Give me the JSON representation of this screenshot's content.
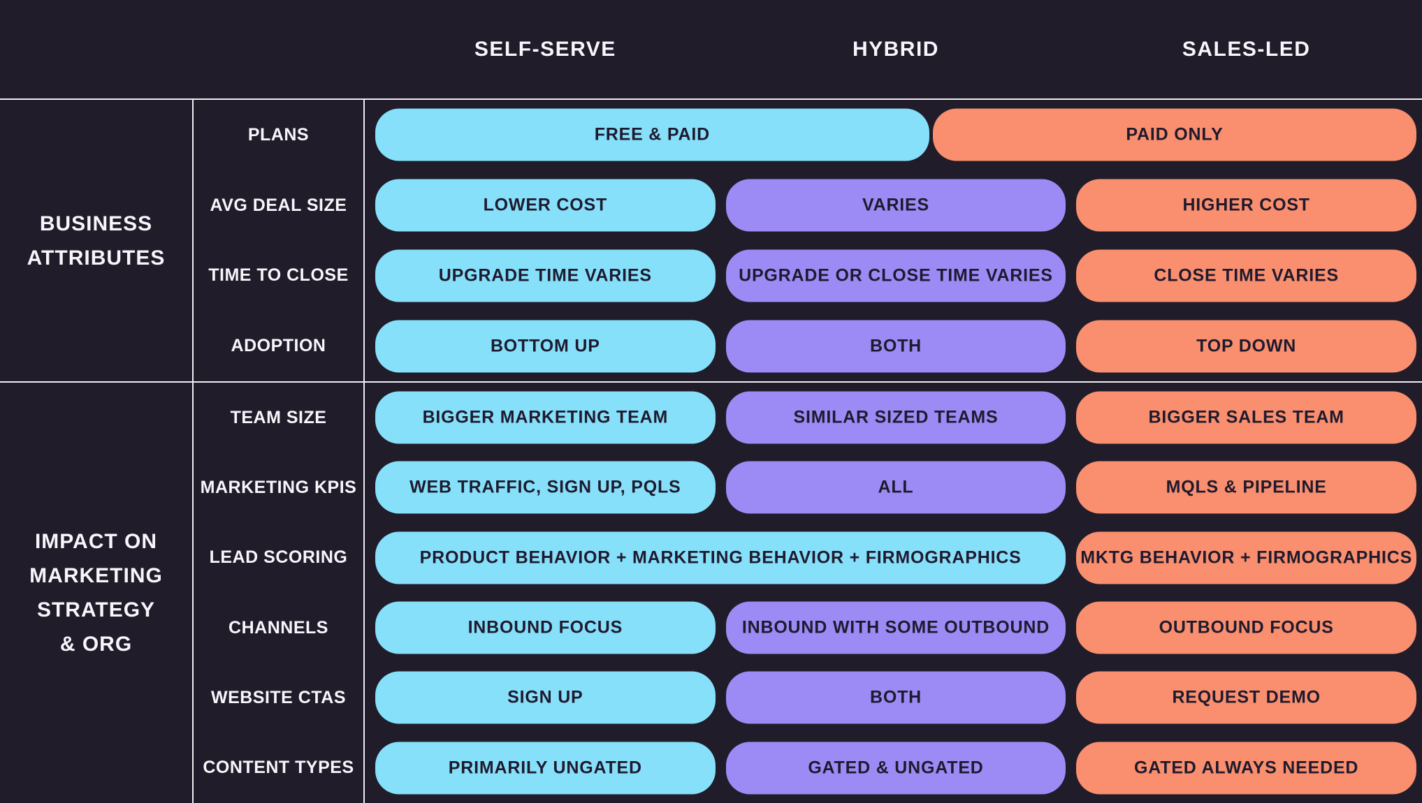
{
  "colors": {
    "background": "#201C2A",
    "divider": "#EFEDF3",
    "cyan": "#86E0FA",
    "purple": "#9C8BF5",
    "orange": "#F98F6E",
    "pill_text": "#1F1A2E",
    "label_text": "#F8F6FB"
  },
  "chart_data": {
    "type": "table",
    "title": "",
    "columns": [
      "SELF-SERVE",
      "HYBRID",
      "SALES-LED"
    ],
    "legend_colors": {
      "self_serve": "#86E0FA",
      "hybrid": "#9C8BF5",
      "sales_led": "#F98F6E"
    },
    "row_groups": [
      {
        "group_label_lines": [
          "BUSINESS",
          "ATTRIBUTES"
        ],
        "rows": [
          {
            "label": "PLANS",
            "cells": [
              {
                "text": "FREE & PAID",
                "color": "cyan",
                "span": "self-serve-plus-half-hybrid"
              },
              {
                "text": "PAID ONLY",
                "color": "orange",
                "span": "half-hybrid-plus-sales-led"
              }
            ]
          },
          {
            "label": "AVG DEAL SIZE",
            "cells": [
              {
                "text": "LOWER COST",
                "color": "cyan",
                "span": "self-serve"
              },
              {
                "text": "VARIES",
                "color": "purple",
                "span": "hybrid"
              },
              {
                "text": "HIGHER COST",
                "color": "orange",
                "span": "sales-led"
              }
            ]
          },
          {
            "label": "TIME TO CLOSE",
            "cells": [
              {
                "text": "UPGRADE TIME VARIES",
                "color": "cyan",
                "span": "self-serve"
              },
              {
                "text": "UPGRADE OR CLOSE TIME VARIES",
                "color": "purple",
                "span": "hybrid"
              },
              {
                "text": "CLOSE TIME VARIES",
                "color": "orange",
                "span": "sales-led"
              }
            ]
          },
          {
            "label": "ADOPTION",
            "cells": [
              {
                "text": "BOTTOM UP",
                "color": "cyan",
                "span": "self-serve"
              },
              {
                "text": "BOTH",
                "color": "purple",
                "span": "hybrid"
              },
              {
                "text": "TOP DOWN",
                "color": "orange",
                "span": "sales-led"
              }
            ]
          }
        ]
      },
      {
        "group_label_lines": [
          "IMPACT ON",
          "MARKETING",
          "STRATEGY",
          "& ORG"
        ],
        "rows": [
          {
            "label": "TEAM SIZE",
            "cells": [
              {
                "text": "BIGGER MARKETING TEAM",
                "color": "cyan",
                "span": "self-serve"
              },
              {
                "text": "SIMILAR SIZED TEAMS",
                "color": "purple",
                "span": "hybrid"
              },
              {
                "text": "BIGGER SALES TEAM",
                "color": "orange",
                "span": "sales-led"
              }
            ]
          },
          {
            "label": "MARKETING KPIS",
            "cells": [
              {
                "text": "WEB TRAFFIC, SIGN UP, PQLS",
                "color": "cyan",
                "span": "self-serve"
              },
              {
                "text": "ALL",
                "color": "purple",
                "span": "hybrid"
              },
              {
                "text": "MQLS & PIPELINE",
                "color": "orange",
                "span": "sales-led"
              }
            ]
          },
          {
            "label": "LEAD SCORING",
            "cells": [
              {
                "text": "PRODUCT BEHAVIOR + MARKETING BEHAVIOR + FIRMOGRAPHICS",
                "color": "cyan",
                "span": "self-serve-plus-hybrid"
              },
              {
                "text": "MKTG BEHAVIOR + FIRMOGRAPHICS",
                "color": "orange",
                "span": "sales-led"
              }
            ]
          },
          {
            "label": "CHANNELS",
            "cells": [
              {
                "text": "INBOUND FOCUS",
                "color": "cyan",
                "span": "self-serve"
              },
              {
                "text": "INBOUND WITH SOME OUTBOUND",
                "color": "purple",
                "span": "hybrid"
              },
              {
                "text": "OUTBOUND FOCUS",
                "color": "orange",
                "span": "sales-led"
              }
            ]
          },
          {
            "label": "WEBSITE CTAS",
            "cells": [
              {
                "text": "SIGN UP",
                "color": "cyan",
                "span": "self-serve"
              },
              {
                "text": "BOTH",
                "color": "purple",
                "span": "hybrid"
              },
              {
                "text": "REQUEST DEMO",
                "color": "orange",
                "span": "sales-led"
              }
            ]
          },
          {
            "label": "CONTENT TYPES",
            "cells": [
              {
                "text": "PRIMARILY UNGATED",
                "color": "cyan",
                "span": "self-serve"
              },
              {
                "text": "GATED & UNGATED",
                "color": "purple",
                "span": "hybrid"
              },
              {
                "text": "GATED ALWAYS NEEDED",
                "color": "orange",
                "span": "sales-led"
              }
            ]
          }
        ]
      }
    ]
  }
}
